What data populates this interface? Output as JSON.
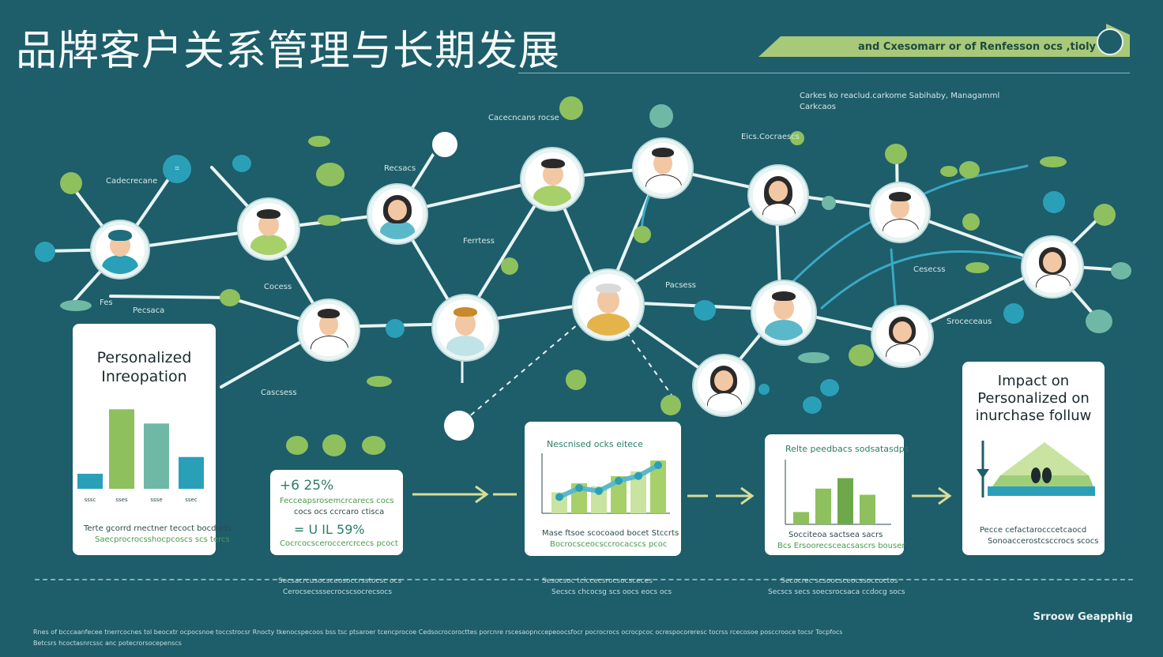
{
  "title": "品牌客户关系管理与长期发展",
  "banner": {
    "text": "and Cxesomarr or of Renfesson ocs ,tioly",
    "color": "#a9c97a"
  },
  "colors": {
    "background": "#1e5d6a",
    "green": "#8ec05e",
    "teal": "#2aa0b8",
    "card": "#ffffff"
  },
  "captions": {
    "top_right_1": "Carkes ko reaclud.carkome Sabihaby, Managamml",
    "top_right_2": "Carkcaos",
    "net_1": "Cacecncans rocse",
    "net_2": "Cadecrecane",
    "net_3": "Recsacs",
    "net_4": "Ferrtess",
    "net_5": "Pecsaca",
    "net_6": "Fes",
    "net_7": "Cocess",
    "net_8": "Eics.Cocraescs",
    "net_9": "Pacsess",
    "net_10": "Cesecss",
    "net_11": "Cascsess",
    "net_12": "Sroceceaus"
  },
  "cards": {
    "personalized": {
      "title_1": "Personalized",
      "title_2": "Inreopation",
      "bar_labels": [
        "sssc",
        "sses",
        "ssse",
        "ssec"
      ],
      "bar_values": [
        0.18,
        0.95,
        0.78,
        0.38
      ],
      "footer_1": "Terte gcorrd rnectner tecoct bocdurts",
      "footer_2": "Saecprocrocsshocpcoscs scs tercs"
    },
    "growth": {
      "line_1": "+6 25%",
      "line_1_sub": "Fecceapsrosemcrcarecs cocs",
      "line_1_sub2": "cocs ocs ccrcaro ctisca",
      "line_2": "= U IL 59%",
      "line_2_sub": "Cocrcocsceroccercrcecs pcoct"
    },
    "trend": {
      "title": "Nescnised ocks eitece",
      "bar_values": [
        0.35,
        0.5,
        0.45,
        0.62,
        0.7,
        0.88
      ],
      "footer_1": "Mase ftsoe scocoaod bocet Stccrts",
      "footer_2": "Bocrocsceocsccrocacscs pcoc"
    },
    "relation": {
      "title": "Relte peedbacs sodsatasdps",
      "bar_values": [
        0.2,
        0.58,
        0.75,
        0.48
      ],
      "footer_1": "Socciteoa sactsea sacrs",
      "footer_2": "Bcs Ersoorecsceacsascrs bouser"
    },
    "impact": {
      "title_1": "Impact on",
      "title_2": "Personalized on",
      "title_3": "inurchase folluw",
      "footer_1": "Pecce cefactarocccetcaocd",
      "footer_2": "Sonoaccerostcsccrocs scocs"
    }
  },
  "footer": {
    "caption_1": "Secsacrcusocsceosoccrsstocsc ocs",
    "caption_1b": "Cerocsecsssecrocscsocrecsocs",
    "caption_2": "Sesocsoc tciccecsrocsocsceces",
    "caption_2b": "Secscs chcocsg scs oocs eocs ocs",
    "caption_3": "Secocrec scsoocsceocssoccoctos",
    "caption_3b": "Secscs secs soecsrocsaca ccdocg socs",
    "credit": "Srroow Geapphig",
    "line_1": "Rnes of bcccaanfecee tnerrcocnes tol beocxtr ocpocsnoe toccstrocsr Rnocty tkenocspecoos bss tsc ptsaroer tcencprocoe Cedsocrocorocttes porcnre rscesaopnccepeoocsfocr pocrocrocs ocrocpcoc ocrespocoreresc tocrss rcecosoe posccrooce tocsr Tocpfocs",
    "line_2": "Betcsrs hcoctasnrcssc anc potecrorsocepenscs"
  }
}
